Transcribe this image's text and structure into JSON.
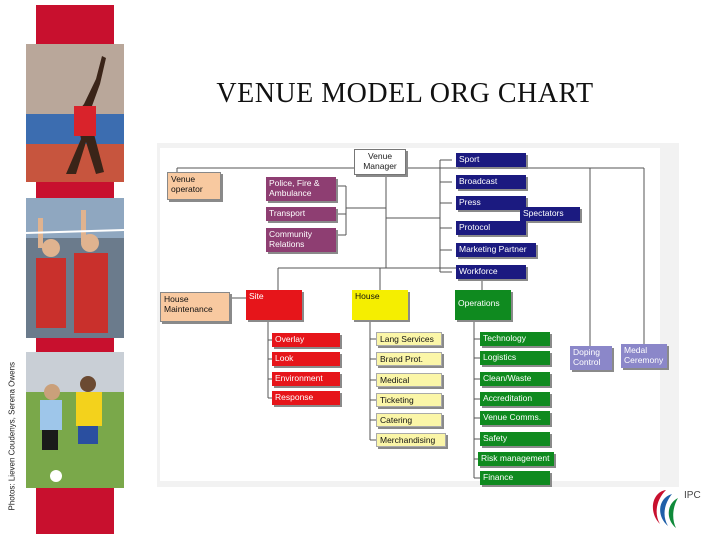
{
  "slide": {
    "title": "VENUE MODEL ORG CHART",
    "photo_credit": "Photos: Lieven Coudenys, Serena Owens",
    "logo_text": "IPC"
  },
  "chart": {
    "venue_manager": "Venue Manager",
    "venue_operator": "Venue operator",
    "house_maintenance": "House Maintenance",
    "left_group": [
      "Police, Fire & Ambulance",
      "Transport",
      "Community Relations"
    ],
    "right_group": [
      "Sport",
      "Broadcast",
      "Press",
      "Protocol",
      "Marketing Partner",
      "Workforce"
    ],
    "spectators": "Spectators",
    "site": "Site",
    "house": "House",
    "operations": "Operations",
    "site_items": [
      "Overlay",
      "Look",
      "Environment",
      "Response"
    ],
    "house_items": [
      "Lang Services",
      "Brand Prot.",
      "Medical",
      "Ticketing",
      "Catering",
      "Merchandising"
    ],
    "operations_items": [
      "Technology",
      "Logistics",
      "Clean/Waste",
      "Accreditation",
      "Venue Comms.",
      "Safety",
      "Risk management",
      "Finance"
    ],
    "doping_control": "Doping Control",
    "medal_ceremony": "Medal Ceremony"
  },
  "colors": {
    "slide_red": "#c8102e",
    "navy": "#1b1a80",
    "purple": "#8e3e72",
    "peach": "#f8c9a0",
    "red": "#e6151a",
    "yellow": "#f5ee00",
    "green": "#0f8a1f",
    "lavender": "#8b87c9"
  }
}
